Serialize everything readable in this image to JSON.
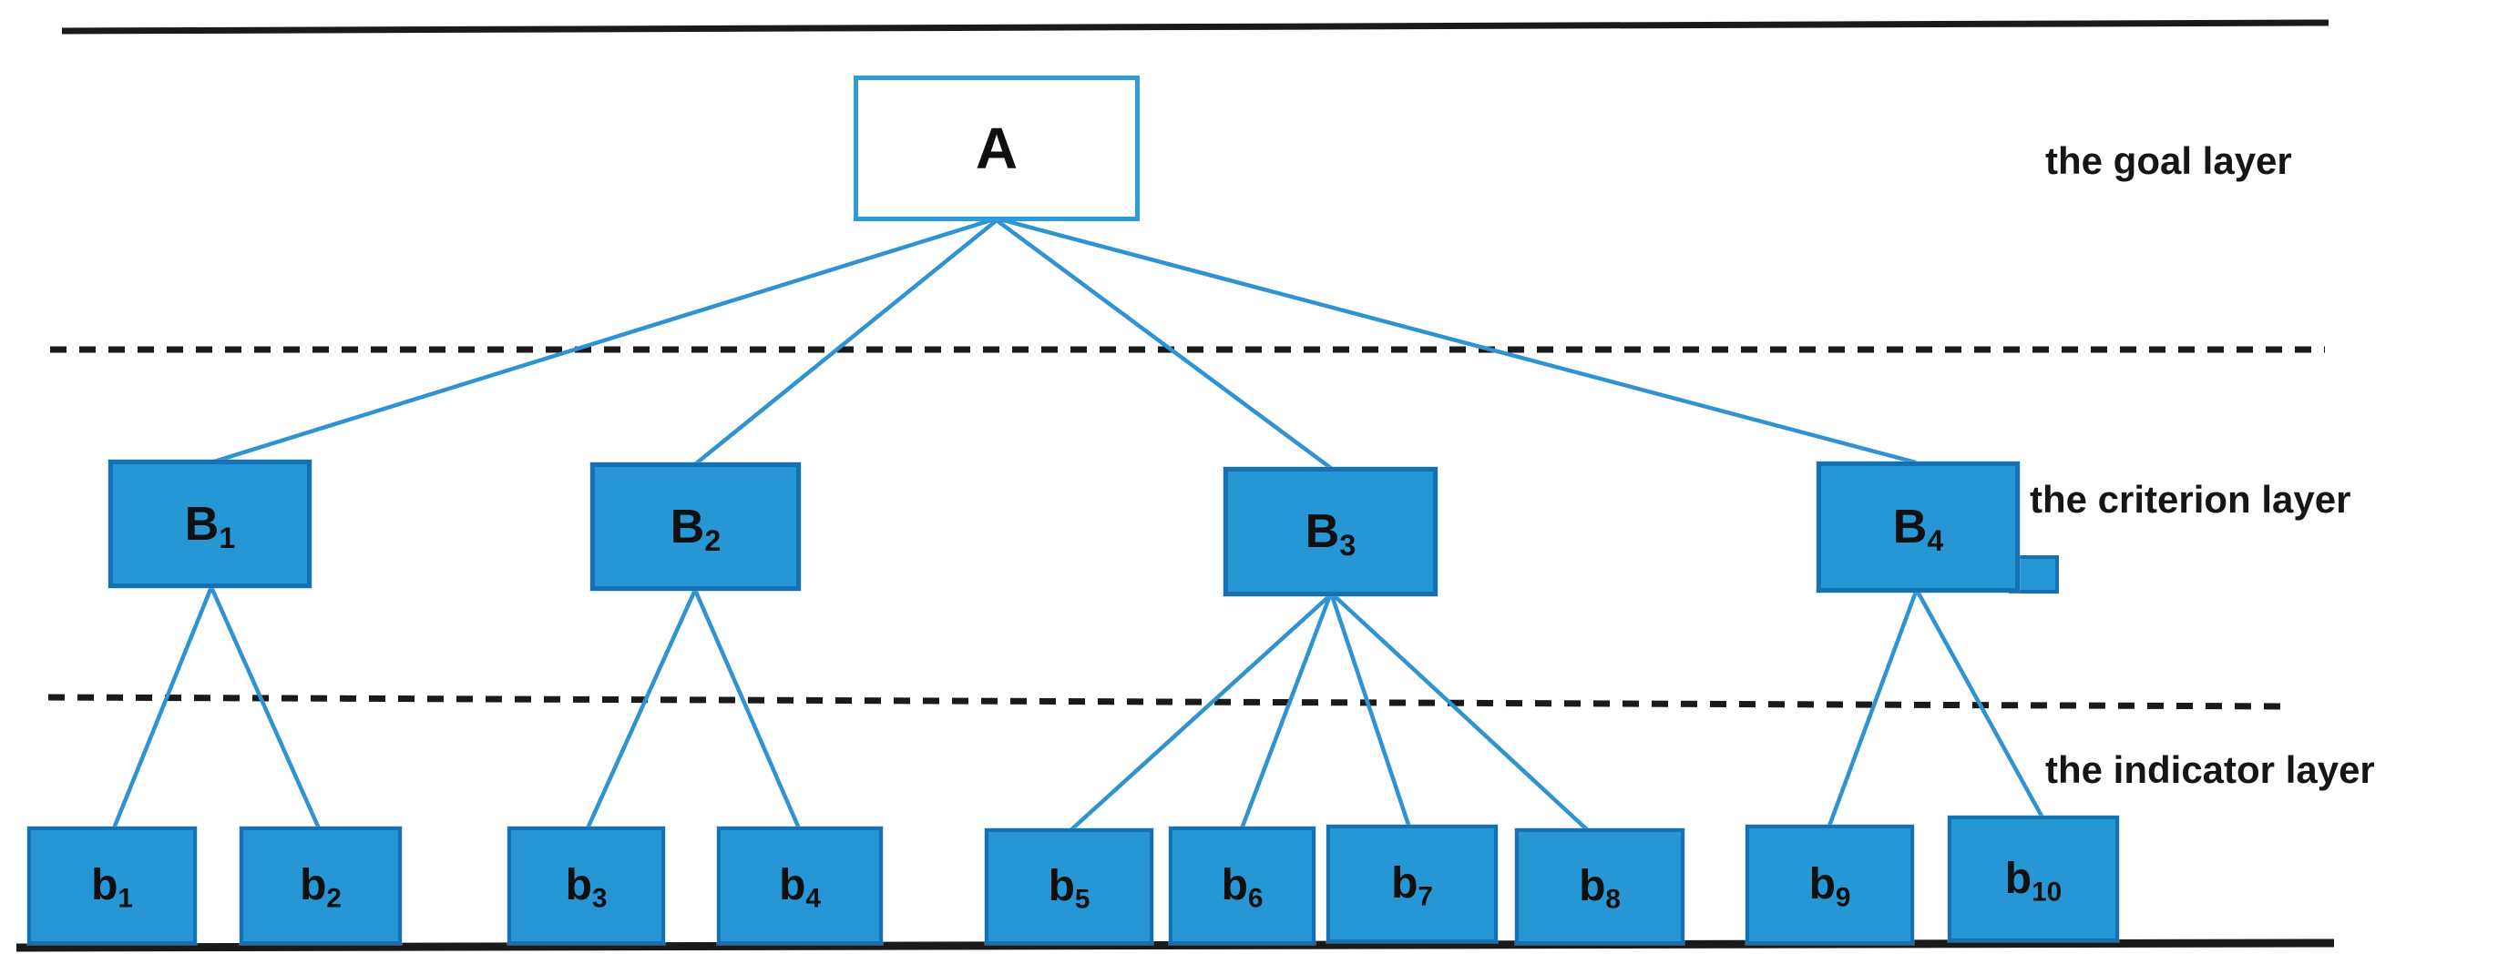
{
  "figure": {
    "layer_labels": {
      "goal": "the goal layer",
      "criterion": "the criterion layer",
      "indicator": "the indicator layer"
    },
    "nodes": {
      "goal": {
        "base": "A",
        "sub": ""
      },
      "criteria": [
        {
          "base": "B",
          "sub": "1"
        },
        {
          "base": "B",
          "sub": "2"
        },
        {
          "base": "B",
          "sub": "3"
        },
        {
          "base": "B",
          "sub": "4"
        }
      ],
      "indicators": [
        {
          "base": "b",
          "sub": "1"
        },
        {
          "base": "b",
          "sub": "2"
        },
        {
          "base": "b",
          "sub": "3"
        },
        {
          "base": "b",
          "sub": "4"
        },
        {
          "base": "b",
          "sub": "5"
        },
        {
          "base": "b",
          "sub": "6"
        },
        {
          "base": "b",
          "sub": "7"
        },
        {
          "base": "b",
          "sub": "8"
        },
        {
          "base": "b",
          "sub": "9"
        },
        {
          "base": "b",
          "sub": "10"
        }
      ]
    },
    "colors": {
      "box_fill": "#2796d4",
      "box_border": "#1471b3",
      "goal_box_border": "#2e9bdb",
      "connector": "#2f93d2",
      "rule": "#1a1a1a"
    }
  }
}
